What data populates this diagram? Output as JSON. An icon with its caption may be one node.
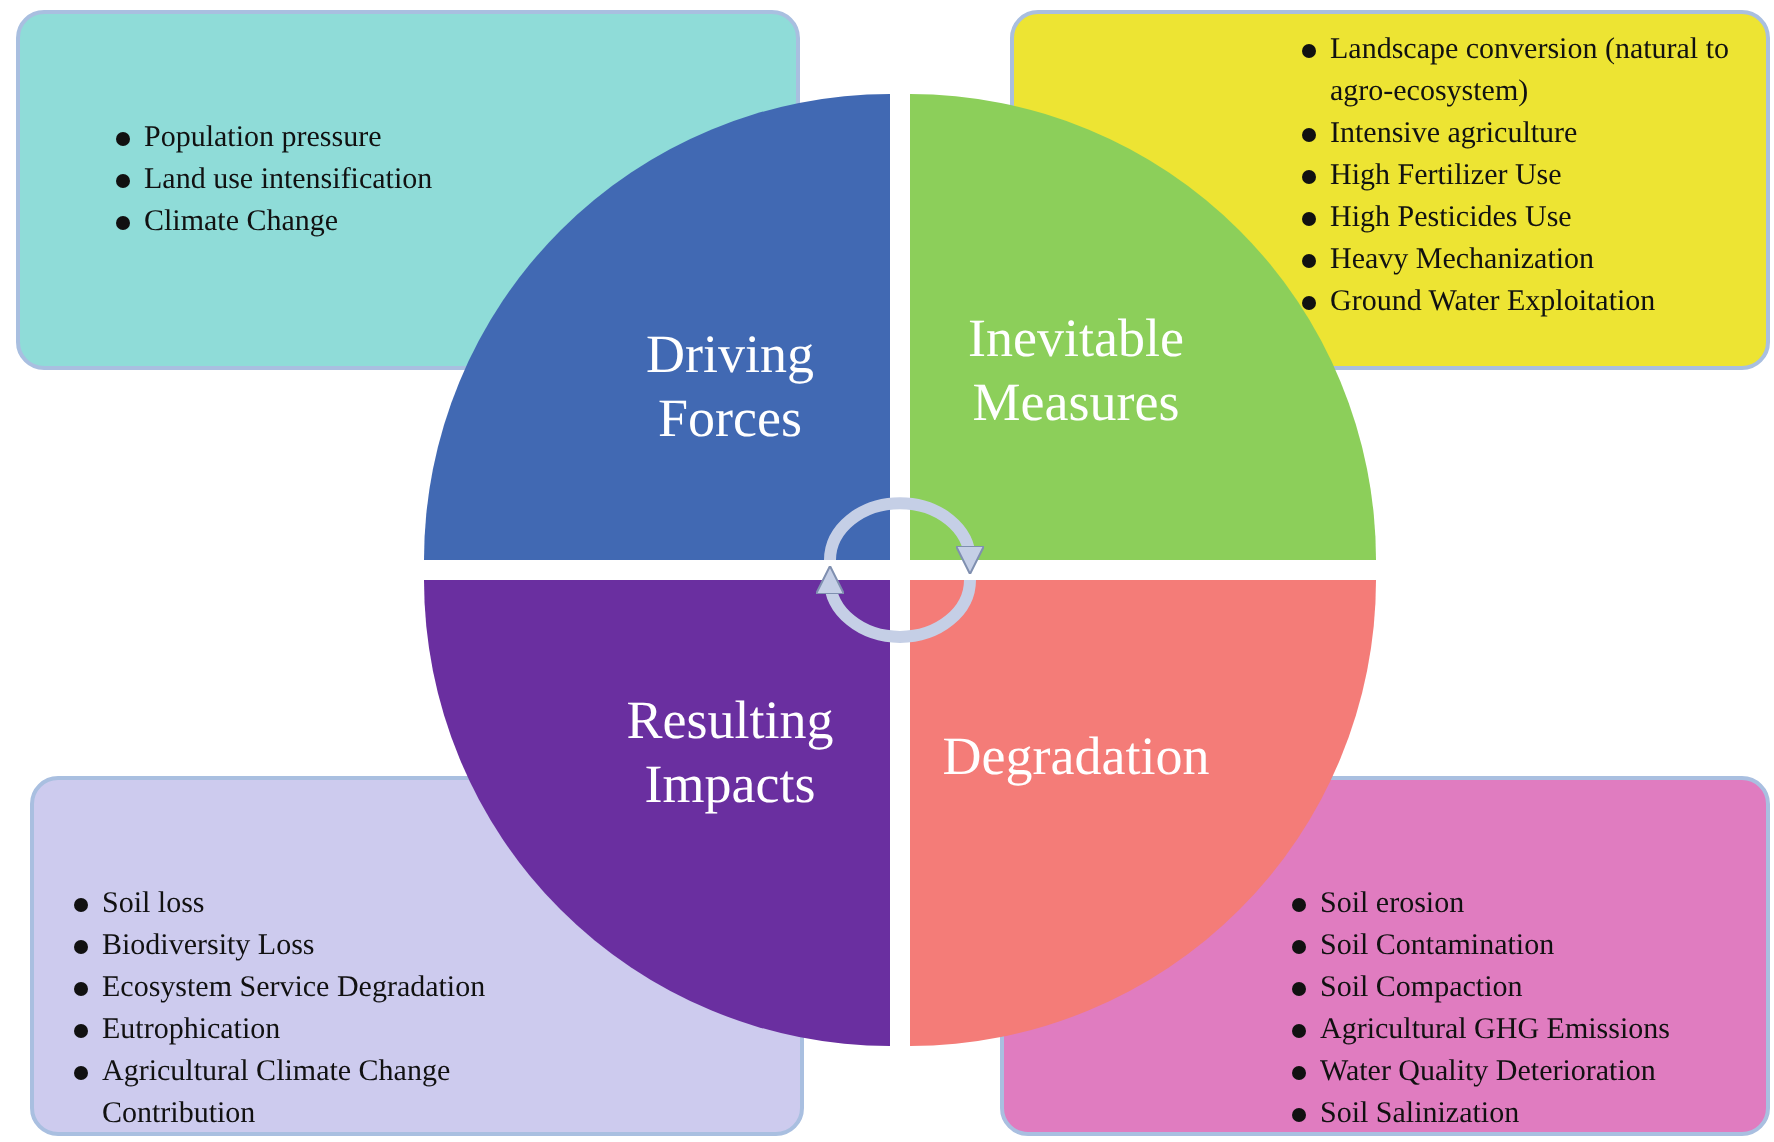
{
  "diagram": {
    "nodes": [
      {
        "text": [
          "Population pressure",
          "Land use intensification",
          "Climate Change"
        ]
      },
      {
        "text": [
          "Landscape conversion (natural to agro-ecosystem)",
          "Intensive agriculture",
          "High Fertilizer Use",
          "High Pesticides Use",
          "Heavy Mechanization",
          "Ground Water Exploitation"
        ]
      },
      {
        "text": [
          "Driving Forces"
        ]
      },
      {
        "text": [
          "Inevitable Measures"
        ]
      },
      {
        "text": [
          "Resulting Impacts"
        ]
      },
      {
        "text": [
          "Degradation"
        ]
      },
      {
        "text": [
          "Soil loss",
          "Biodiversity Loss",
          "Ecosystem Service Degradation",
          "Eutrophication",
          "Agricultural Climate Change Contribution"
        ]
      },
      {
        "text": [
          "Soil erosion",
          "Soil Contamination",
          "Soil Compaction",
          "Agricultural GHG Emissions",
          "Water Quality Deterioration",
          "Soil Salinization"
        ]
      }
    ],
    "edges": [
      {
        "from": 2,
        "to": 3,
        "arrow": "to"
      },
      {
        "from": 5,
        "to": 4,
        "arrow": "to"
      }
    ]
  }
}
